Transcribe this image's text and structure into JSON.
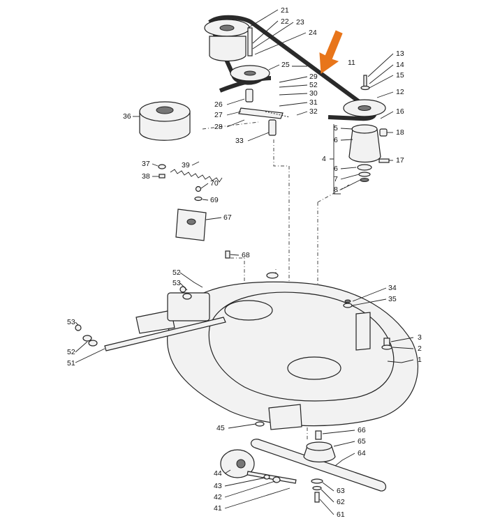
{
  "diagram": {
    "labels": [
      "21",
      "22",
      "23",
      "24",
      "11",
      "13",
      "14",
      "15",
      "12",
      "25",
      "29",
      "52",
      "30",
      "31",
      "32",
      "26",
      "27",
      "28",
      "36",
      "16",
      "5",
      "6",
      "18",
      "4",
      "6",
      "7",
      "8",
      "17",
      "33",
      "37",
      "38",
      "39",
      "70",
      "69",
      "67",
      "68",
      "52",
      "53",
      "34",
      "35",
      "53",
      "52",
      "51",
      "3",
      "2",
      "1",
      "45",
      "66",
      "65",
      "64",
      "44",
      "43",
      "42",
      "41",
      "63",
      "62",
      "61"
    ],
    "arrow_color": "#e8751a",
    "line_color": "#222222"
  }
}
